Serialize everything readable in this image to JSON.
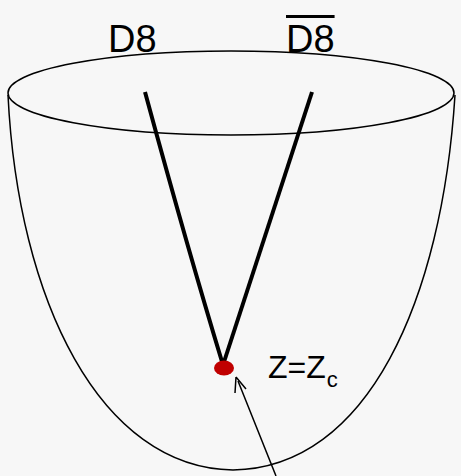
{
  "diagram": {
    "labels": [
      "D8",
      "D8",
      "Z=Z",
      "c"
    ]
  }
}
